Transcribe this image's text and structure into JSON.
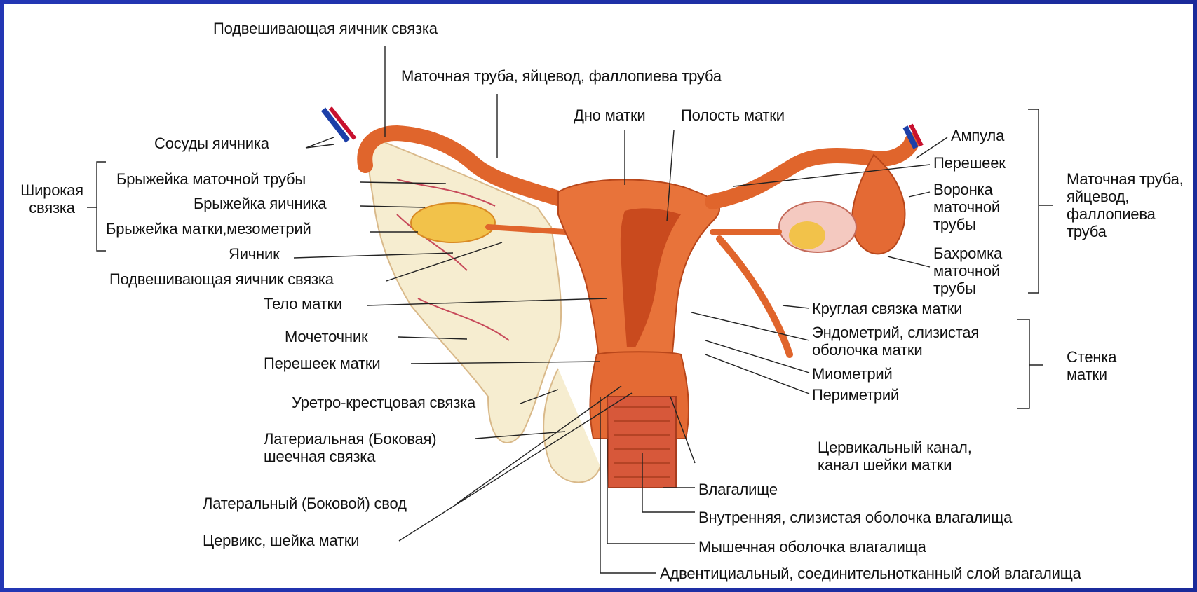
{
  "labels": {
    "suspensory_lig_top": "Подвешивающая яичник связка",
    "fallopian_top": "Маточная труба, яйцевод, фаллопиева труба",
    "fundus": "Дно матки",
    "cavity": "Полость матки",
    "ovarian_vessels": "Сосуды яичника",
    "broad_ligament": "Широкая связка",
    "mesosalpinx": "Брыжейка маточной трубы",
    "mesovarium": "Брыжейка яичника",
    "mesometrium": "Брыжейка матки,мезометрий",
    "ovary": "Яичник",
    "suspensory_lig_bottom": "Подвешивающая яичник связка",
    "body": "Тело матки",
    "ureter": "Мочеточник",
    "isthmus_uteri": "Перешеек матки",
    "uterosacral": "Уретро-крестцовая связка",
    "lateral_cervical": "Латериальная (Боковая) шеечная связка",
    "lateral_fornix": "Латеральный (Боковой) свод",
    "cervix": "Цервикс, шейка матки",
    "ampulla": "Ампула",
    "isthmus_tube": "Перешеек",
    "infundibulum": "Воронка маточной трубы",
    "fimbriae": "Бахромка маточной трубы",
    "fallopian_right": "Маточная труба, яйцевод, фаллопиева труба",
    "round_ligament": "Круглая связка матки",
    "endometrium": "Эндометрий, слизистая оболочка матки",
    "myometrium": "Миометрий",
    "perimetrium": "Периметрий",
    "uterine_wall": "Стенка матки",
    "cervical_canal": "Цервикальный канал, канал шейки матки",
    "vagina": "Влагалище",
    "vaginal_mucosa": "Внутренняя, слизистая оболочка влагалища",
    "vaginal_muscular": "Мышечная оболочка влагалища",
    "vaginal_adventitia": "Адвентициальный, соединительнотканный слой влагалища"
  },
  "colors": {
    "frame": "#1f2f9e",
    "tissue": "#e8733a",
    "tissue_dark": "#c94a1e",
    "ligament": "#f6edd0",
    "ovary": "#f2c24a",
    "vein": "#1c3fa8",
    "artery": "#c8102e"
  }
}
